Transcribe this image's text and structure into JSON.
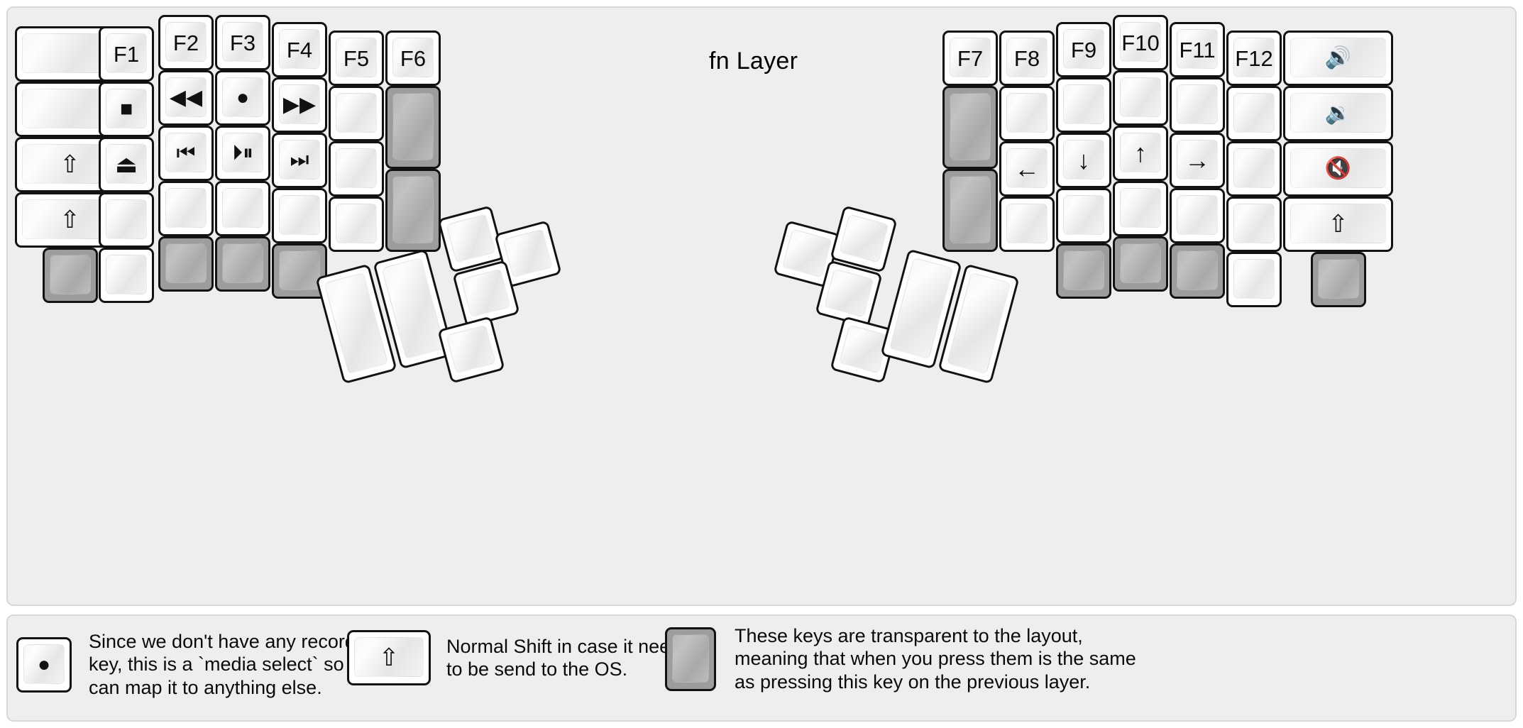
{
  "board": {
    "title": "fn Layer",
    "background_color": "#eeeeee",
    "key_fill_color": "#ffffff",
    "transparent_key_color": "#9d9d9d",
    "outline_color": "#121212"
  },
  "icons": {
    "record": "●",
    "stop": "■",
    "eject": "⏏",
    "rewind": "◀◀",
    "fast_forward": "▶▶",
    "prev_track": "⏮",
    "play_pause": "⏵⏸",
    "next_track": "⏭",
    "caps_lock": "⇧",
    "shift": "⇧",
    "arrow_left": "←",
    "arrow_down": "↓",
    "arrow_up": "↑",
    "arrow_right": "→",
    "volume_up": "🔊",
    "volume_down": "🔉",
    "volume_mute": "🔇"
  },
  "left_half": {
    "columns": [
      {
        "name": "col-outer",
        "keys": [
          {
            "label": "",
            "icon": "",
            "type": "normal"
          },
          {
            "label": "",
            "icon": "",
            "type": "normal"
          },
          {
            "label": "",
            "icon": "caps-lock-icon",
            "type": "normal"
          },
          {
            "label": "",
            "icon": "shift-icon",
            "type": "normal"
          },
          {
            "label": "",
            "icon": "",
            "type": "transparent"
          }
        ]
      },
      {
        "name": "col-f1",
        "keys": [
          {
            "label": "F1",
            "icon": "",
            "type": "normal"
          },
          {
            "label": "",
            "icon": "stop-icon",
            "type": "normal"
          },
          {
            "label": "",
            "icon": "eject-icon",
            "type": "normal"
          },
          {
            "label": "",
            "icon": "",
            "type": "normal"
          },
          {
            "label": "",
            "icon": "",
            "type": "normal"
          }
        ]
      },
      {
        "name": "col-f2",
        "keys": [
          {
            "label": "F2",
            "icon": "",
            "type": "normal"
          },
          {
            "label": "",
            "icon": "rewind-icon",
            "type": "normal"
          },
          {
            "label": "",
            "icon": "prev-track-icon",
            "type": "normal"
          },
          {
            "label": "",
            "icon": "",
            "type": "normal"
          },
          {
            "label": "",
            "icon": "",
            "type": "transparent"
          }
        ]
      },
      {
        "name": "col-f3",
        "keys": [
          {
            "label": "F3",
            "icon": "",
            "type": "normal"
          },
          {
            "label": "",
            "icon": "record-icon",
            "type": "normal"
          },
          {
            "label": "",
            "icon": "play-pause-icon",
            "type": "normal"
          },
          {
            "label": "",
            "icon": "",
            "type": "normal"
          },
          {
            "label": "",
            "icon": "",
            "type": "transparent"
          }
        ]
      },
      {
        "name": "col-f4",
        "keys": [
          {
            "label": "F4",
            "icon": "",
            "type": "normal"
          },
          {
            "label": "",
            "icon": "fast-forward-icon",
            "type": "normal"
          },
          {
            "label": "",
            "icon": "next-track-icon",
            "type": "normal"
          },
          {
            "label": "",
            "icon": "",
            "type": "normal"
          },
          {
            "label": "",
            "icon": "",
            "type": "transparent"
          }
        ]
      },
      {
        "name": "col-f5",
        "keys": [
          {
            "label": "F5",
            "icon": "",
            "type": "normal"
          },
          {
            "label": "",
            "icon": "",
            "type": "normal"
          },
          {
            "label": "",
            "icon": "",
            "type": "normal"
          },
          {
            "label": "",
            "icon": "",
            "type": "normal"
          }
        ]
      },
      {
        "name": "col-f6",
        "keys": [
          {
            "label": "F6",
            "icon": "",
            "type": "normal"
          },
          {
            "label": "",
            "icon": "",
            "type": "transparent"
          },
          {
            "label": "",
            "icon": "",
            "type": "transparent"
          }
        ]
      }
    ],
    "thumb_cluster": {
      "rotation_deg": -15,
      "keys": [
        {
          "label": "",
          "type": "normal",
          "size": "tall"
        },
        {
          "label": "",
          "type": "normal",
          "size": "tall"
        },
        {
          "label": "",
          "type": "normal",
          "size": "small"
        },
        {
          "label": "",
          "type": "normal",
          "size": "small"
        },
        {
          "label": "",
          "type": "normal",
          "size": "small"
        },
        {
          "label": "",
          "type": "normal",
          "size": "small"
        }
      ]
    }
  },
  "right_half": {
    "columns": [
      {
        "name": "col-f7",
        "keys": [
          {
            "label": "F7",
            "icon": "",
            "type": "normal"
          },
          {
            "label": "",
            "icon": "",
            "type": "transparent"
          },
          {
            "label": "",
            "icon": "",
            "type": "transparent"
          }
        ]
      },
      {
        "name": "col-f8",
        "keys": [
          {
            "label": "F8",
            "icon": "",
            "type": "normal"
          },
          {
            "label": "",
            "icon": "",
            "type": "normal"
          },
          {
            "label": "",
            "icon": "arrow-left-icon",
            "type": "normal"
          },
          {
            "label": "",
            "icon": "",
            "type": "normal"
          }
        ]
      },
      {
        "name": "col-f9",
        "keys": [
          {
            "label": "F9",
            "icon": "",
            "type": "normal"
          },
          {
            "label": "",
            "icon": "",
            "type": "normal"
          },
          {
            "label": "",
            "icon": "arrow-down-icon",
            "type": "normal"
          },
          {
            "label": "",
            "icon": "",
            "type": "normal"
          },
          {
            "label": "",
            "icon": "",
            "type": "transparent"
          }
        ]
      },
      {
        "name": "col-f10",
        "keys": [
          {
            "label": "F10",
            "icon": "",
            "type": "normal"
          },
          {
            "label": "",
            "icon": "",
            "type": "normal"
          },
          {
            "label": "",
            "icon": "arrow-up-icon",
            "type": "normal"
          },
          {
            "label": "",
            "icon": "",
            "type": "normal"
          },
          {
            "label": "",
            "icon": "",
            "type": "transparent"
          }
        ]
      },
      {
        "name": "col-f11",
        "keys": [
          {
            "label": "F11",
            "icon": "",
            "type": "normal"
          },
          {
            "label": "",
            "icon": "",
            "type": "normal"
          },
          {
            "label": "",
            "icon": "arrow-right-icon",
            "type": "normal"
          },
          {
            "label": "",
            "icon": "",
            "type": "normal"
          },
          {
            "label": "",
            "icon": "",
            "type": "transparent"
          }
        ]
      },
      {
        "name": "col-f12",
        "keys": [
          {
            "label": "F12",
            "icon": "",
            "type": "normal"
          },
          {
            "label": "",
            "icon": "",
            "type": "normal"
          },
          {
            "label": "",
            "icon": "",
            "type": "normal"
          },
          {
            "label": "",
            "icon": "",
            "type": "normal"
          },
          {
            "label": "",
            "icon": "",
            "type": "normal"
          }
        ]
      },
      {
        "name": "col-outer-right",
        "keys": [
          {
            "label": "",
            "icon": "volume-up-icon",
            "type": "normal"
          },
          {
            "label": "",
            "icon": "volume-down-icon",
            "type": "normal"
          },
          {
            "label": "",
            "icon": "volume-mute-icon",
            "type": "normal"
          },
          {
            "label": "",
            "icon": "shift-icon",
            "type": "normal"
          },
          {
            "label": "",
            "icon": "",
            "type": "transparent"
          }
        ]
      }
    ],
    "thumb_cluster": {
      "rotation_deg": 15,
      "keys": [
        {
          "label": "",
          "type": "normal",
          "size": "small"
        },
        {
          "label": "",
          "type": "normal",
          "size": "small"
        },
        {
          "label": "",
          "type": "normal",
          "size": "small"
        },
        {
          "label": "",
          "type": "normal",
          "size": "small"
        },
        {
          "label": "",
          "type": "normal",
          "size": "tall"
        },
        {
          "label": "",
          "type": "normal",
          "size": "tall"
        }
      ]
    }
  },
  "legend": {
    "items": [
      {
        "key_icon": "record-icon",
        "key_type": "normal",
        "text": "Since we don't have any recording\nkey, this is a `media select` so user\ncan map it to anything else."
      },
      {
        "key_icon": "shift-icon",
        "key_type": "normal",
        "text": "Normal Shift in case it needs\nto be send to the OS."
      },
      {
        "key_icon": "",
        "key_type": "transparent",
        "text": "These keys are transparent to the layout,\nmeaning that when you press them is the same\nas pressing this key on the previous layer."
      }
    ]
  }
}
